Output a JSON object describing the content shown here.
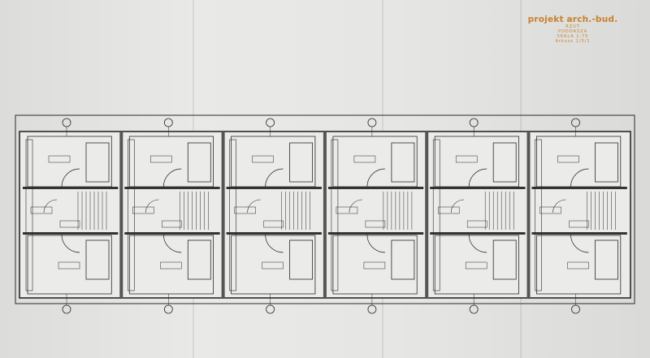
{
  "stamp": {
    "company": "projekt arch.-bud.",
    "line1": "RZUT",
    "line2": "PODDASZA",
    "line3": "SKALA 1:75",
    "line4": "Arkusz 1/5/1"
  },
  "colors": {
    "ink": "#2a2a2a",
    "stamp": "#c8822e",
    "paper": "#e6e6e4"
  },
  "units": [
    {
      "id": "A"
    },
    {
      "id": "B"
    },
    {
      "id": "C"
    },
    {
      "id": "D"
    },
    {
      "id": "E"
    },
    {
      "id": "F"
    }
  ]
}
